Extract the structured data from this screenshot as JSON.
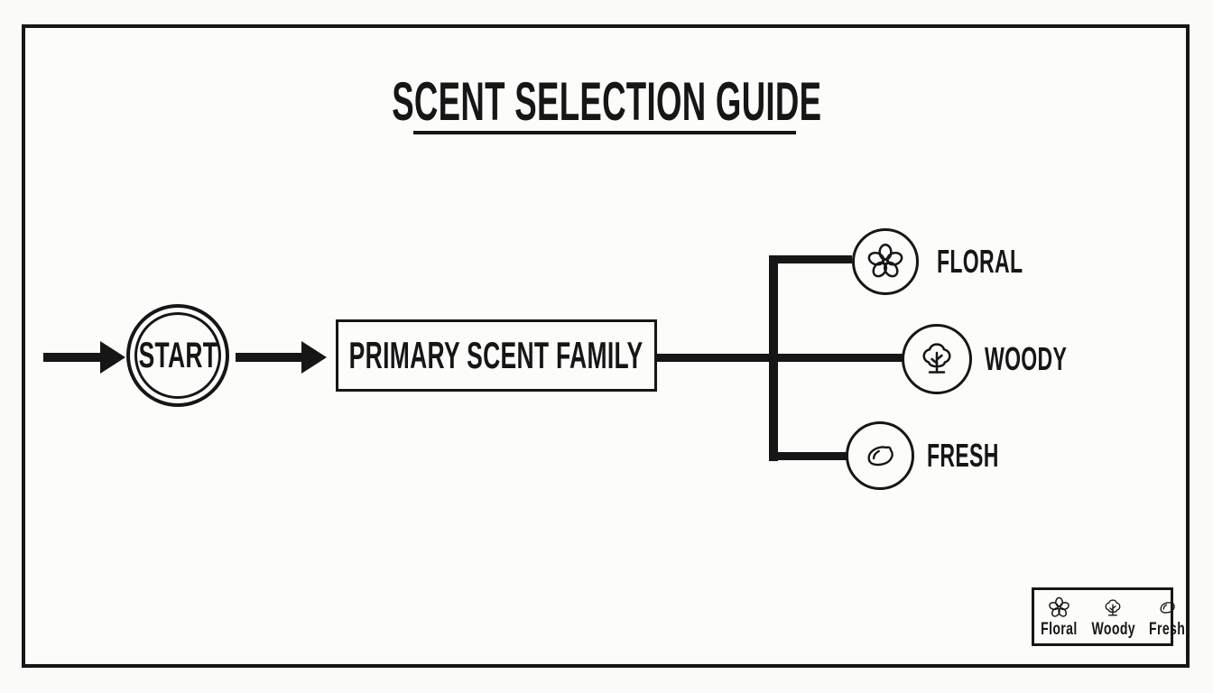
{
  "title": {
    "text": "SCENT SELECTION GUIDE"
  },
  "flow": {
    "start_label": "START",
    "primary_box_label": "PRIMARY SCENT FAMILY",
    "branches": [
      {
        "label": "FLORAL",
        "icon": "flower-icon"
      },
      {
        "label": "WOODY",
        "icon": "tree-icon"
      },
      {
        "label": "FRESH",
        "icon": "lemon-icon"
      }
    ]
  },
  "legend": {
    "items": [
      {
        "label": "Floral",
        "icon": "flower-icon"
      },
      {
        "label": "Woody",
        "icon": "tree-icon"
      },
      {
        "label": "Fresh",
        "icon": "lemon-icon"
      }
    ]
  },
  "colors": {
    "ink": "#161616",
    "background": "#fafaf8"
  }
}
